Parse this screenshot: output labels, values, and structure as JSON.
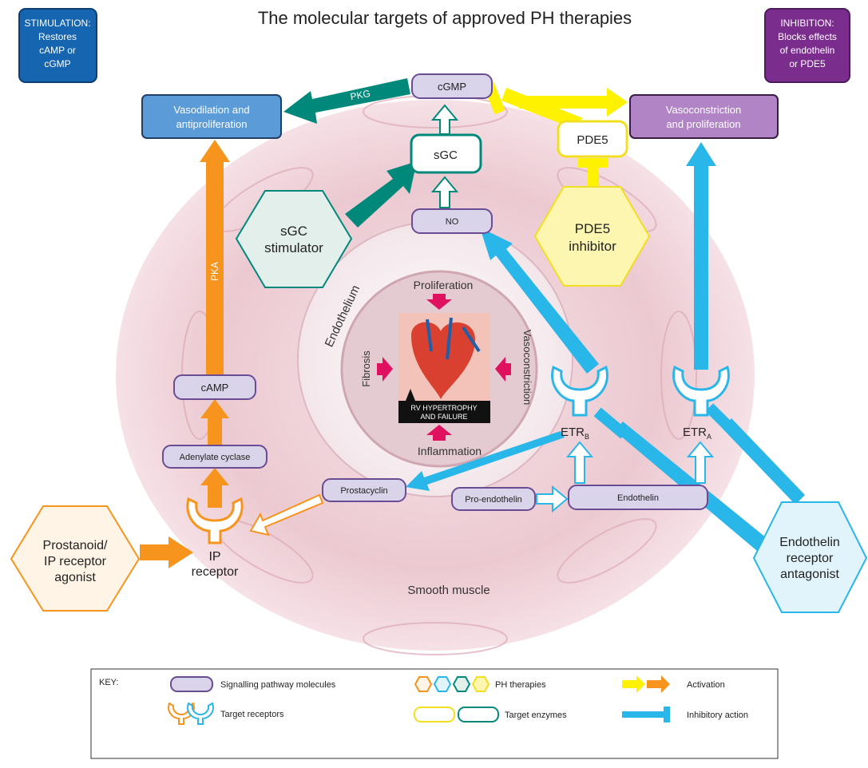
{
  "title": "The molecular targets of approved PH therapies",
  "corner_boxes": {
    "stimulation": [
      "STIMULATION:",
      "Restores",
      "cAMP or",
      "cGMP"
    ],
    "inhibition": [
      "INHIBITION:",
      "Blocks effects",
      "of endothelin",
      "or PDE5"
    ]
  },
  "outcomes": {
    "vasodilation": [
      "Vasodilation and",
      "antiproliferation"
    ],
    "vasoconstriction": [
      "Vasoconstriction",
      "and proliferation"
    ]
  },
  "molecules": {
    "cgmp": "cGMP",
    "no": "NO",
    "camp": "cAMP",
    "adenylate_cyclase": "Adenylate cyclase",
    "prostacyclin": "Prostacyclin",
    "pro_endothelin": "Pro-endothelin",
    "endothelin": "Endothelin"
  },
  "enzymes": {
    "sgc": "sGC",
    "pde5": "PDE5"
  },
  "therapies": {
    "sgc_stimulator": [
      "sGC",
      "stimulator"
    ],
    "pde5_inhibitor": [
      "PDE5",
      "inhibitor"
    ],
    "prostanoid": [
      "Prostanoid/",
      "IP receptor",
      "agonist"
    ],
    "era": [
      "Endothelin",
      "receptor",
      "antagonist"
    ]
  },
  "receptors": {
    "ip": [
      "IP",
      "receptor"
    ],
    "etrb_main": "ETR",
    "etrb_sub": "B",
    "etra_main": "ETR",
    "etra_sub": "A"
  },
  "arrow_labels": {
    "pkg": "PKG",
    "pka": "PKA"
  },
  "tissue": {
    "endothelium": "Endothelium",
    "smooth_muscle": "Smooth muscle",
    "proliferation": "Proliferation",
    "fibrosis": "Fibrosis",
    "vasoconstriction": "Vasoconstriction",
    "inflammation": "Inflammation",
    "heart_caption": [
      "RV HYPERTROPHY",
      "AND FAILURE"
    ]
  },
  "key": {
    "title": "KEY:",
    "signalling": "Signalling pathway molecules",
    "receptors": "Target receptors",
    "therapies": "PH therapies",
    "enzymes": "Target enzymes",
    "activation": "Activation",
    "inhibitory": "Inhibitory action"
  },
  "colors": {
    "orange": "#f7941d",
    "teal": "#00897b",
    "yellow": "#fff200",
    "blue": "#29b6e8",
    "purple_dark": "#7b2d8e",
    "navy": "#1565b0",
    "magenta": "#e0115f",
    "molecule_fill": "#d9d4ea",
    "molecule_stroke": "#6a4c93"
  }
}
